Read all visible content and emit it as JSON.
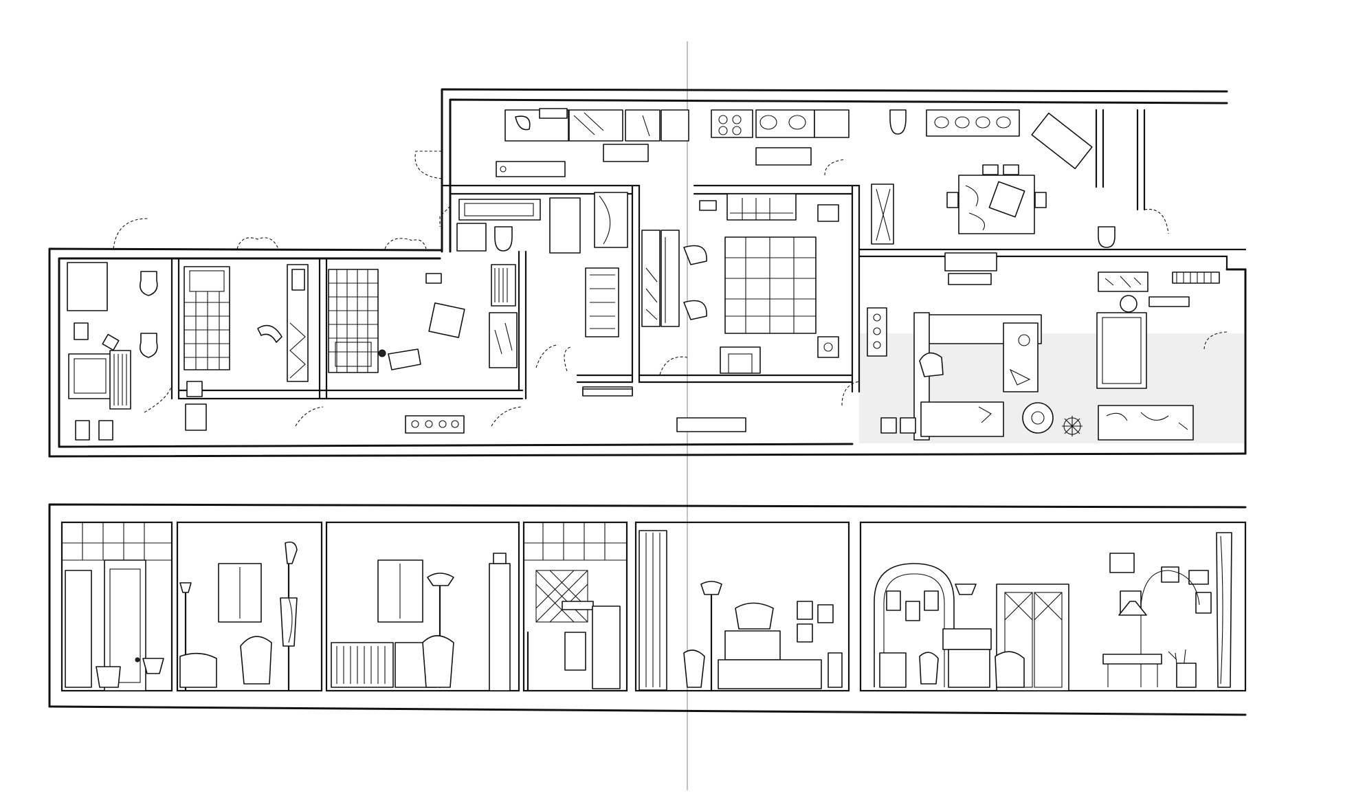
{
  "drawing": {
    "kind": "hand-drawn apartment floor plan with elevation sections",
    "views": [
      "plan",
      "elevation"
    ],
    "ink_color": "#111111",
    "paper_color": "#ffffff",
    "shade_color": "#efefef",
    "fold_line_color": "#9a9a9a"
  },
  "plan": {
    "rooms": [
      {
        "id": "bathroom",
        "fixtures": [
          "toilet",
          "bidet",
          "sink",
          "radiator",
          "shower"
        ]
      },
      {
        "id": "bedroom-small",
        "fixtures": [
          "bed",
          "chair",
          "wardrobe",
          "chest"
        ]
      },
      {
        "id": "bedroom-child",
        "fixtures": [
          "crib",
          "desk",
          "chair",
          "bookshelf",
          "wardrobe"
        ]
      },
      {
        "id": "laundry",
        "fixtures": [
          "bathtub",
          "sink",
          "washing-machine",
          "rug",
          "shelves"
        ]
      },
      {
        "id": "closet",
        "fixtures": [
          "wardrobe",
          "shelves"
        ]
      },
      {
        "id": "master-bedroom",
        "fixtures": [
          "double-bed",
          "dresser",
          "armchairs",
          "nightstands"
        ]
      },
      {
        "id": "kitchen-corridor",
        "fixtures": [
          "stove",
          "sink",
          "counters",
          "rug",
          "cabinets"
        ]
      },
      {
        "id": "dining-room",
        "fixtures": [
          "dining-table",
          "chairs",
          "sideboard",
          "cabinet"
        ]
      },
      {
        "id": "living-room",
        "fixtures": [
          "sofa",
          "armchairs",
          "coffee-table",
          "lamp",
          "rug",
          "bench"
        ]
      },
      {
        "id": "hallway",
        "fixtures": [
          "shoe-rack",
          "radiator",
          "bench"
        ]
      }
    ]
  },
  "elevation": {
    "panels": [
      {
        "id": "bathroom-elevation",
        "items": [
          "tiled-wall",
          "door",
          "sink",
          "stool"
        ]
      },
      {
        "id": "bedroom-elevation",
        "items": [
          "window",
          "floor-lamp",
          "bed",
          "armchair",
          "coat-rack"
        ]
      },
      {
        "id": "child-room-elevation",
        "items": [
          "window",
          "crib",
          "desk",
          "armchair",
          "floor-lamp",
          "column"
        ]
      },
      {
        "id": "laundry-elevation",
        "items": [
          "tiled-wall",
          "shelf",
          "washing-machine",
          "towel-rail"
        ]
      },
      {
        "id": "master-bedroom-elevation",
        "items": [
          "curtain",
          "floor-lamp",
          "dresser",
          "mirror",
          "bed",
          "chair",
          "frames"
        ]
      },
      {
        "id": "living-room-elevation",
        "items": [
          "arch",
          "frames",
          "tv-console",
          "armchair",
          "french-door",
          "arc-lamp",
          "console-table",
          "plant"
        ]
      }
    ]
  }
}
